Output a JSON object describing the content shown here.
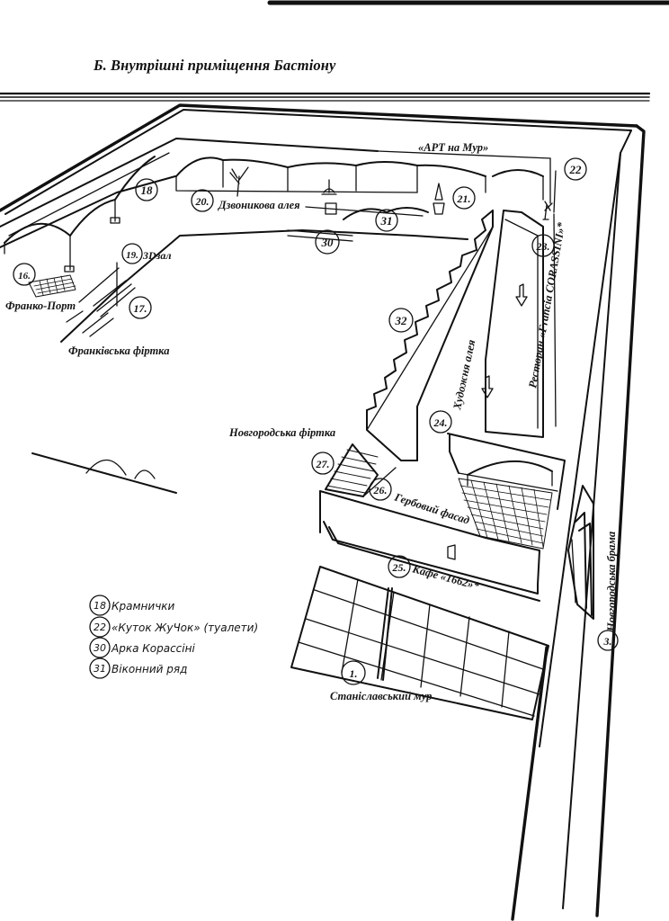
{
  "section_title": "Б.  Внутрішні приміщення Бастіону",
  "labels": {
    "art_na_mur": "«АРТ на Мур»",
    "dzvonykova_aleia": "Дзвоникова алея",
    "zal_3d": "3Dзал",
    "franko_port": "Франко-Порт",
    "frankivska_firtka": "Франківська фіртка",
    "khudozhnia_aleia": "Художня алея",
    "restoran": "Ресторан «Francia CORASSINI»*",
    "novgorodska_firtka": "Новгородська фіртка",
    "herbovyi_fasad": "Гербовий фасад",
    "kafe": "Кафе «1662»*",
    "novgorodska_brama": "Новгородська брама",
    "stanislavskyi_mur": "Станіславський мур"
  },
  "numbers": {
    "n1": "1.",
    "n3": "3.",
    "n16": "16.",
    "n17": "17.",
    "n18": "18",
    "n19": "19.",
    "n20": "20.",
    "n21": "21.",
    "n22": "22",
    "n23": "23.",
    "n24": "24.",
    "n25": "25.",
    "n26": "26.",
    "n27": "27.",
    "n30": "30",
    "n31": "31",
    "n32": "32"
  },
  "legend": [
    {
      "num": "18",
      "text": "Крамнички"
    },
    {
      "num": "22",
      "text": "«Куток ЖуЧок» (туалети)"
    },
    {
      "num": "30",
      "text": "Арка Корассіні"
    },
    {
      "num": "31",
      "text": "Віконний ряд"
    }
  ]
}
